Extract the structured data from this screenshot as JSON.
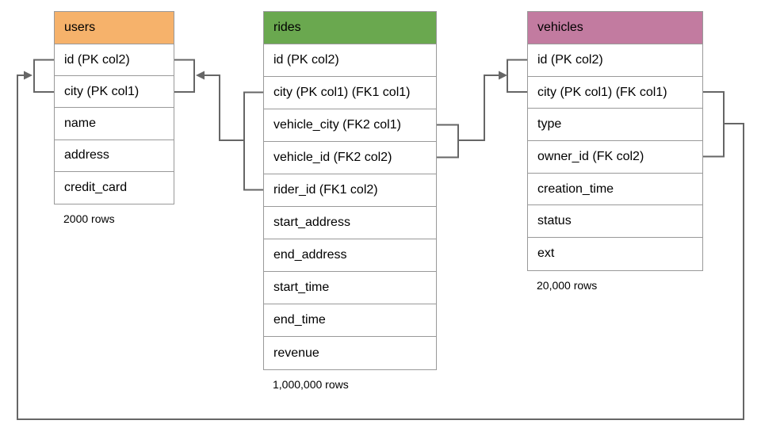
{
  "diagram": {
    "line_color": "#666666",
    "border_color": "#999999",
    "tables": [
      {
        "id": "users",
        "title": "users",
        "header_color": "#f6b26b",
        "columns": [
          "id (PK col2)",
          "city (PK col1)",
          "name",
          "address",
          "credit_card"
        ],
        "row_count_label": "2000 rows"
      },
      {
        "id": "rides",
        "title": "rides",
        "header_color": "#6aa84f",
        "columns": [
          "id (PK col2)",
          "city (PK col1) (FK1 col1)",
          "vehicle_city (FK2 col1)",
          "vehicle_id (FK2 col2)",
          "rider_id (FK1 col2)",
          "start_address",
          "end_address",
          "start_time",
          "end_time",
          "revenue"
        ],
        "row_count_label": "1,000,000 rows"
      },
      {
        "id": "vehicles",
        "title": "vehicles",
        "header_color": "#c27ba0",
        "columns": [
          "id (PK col2)",
          "city (PK col1) (FK col1)",
          "type",
          "owner_id (FK col2)",
          "creation_time",
          "status",
          "ext"
        ],
        "row_count_label": "20,000 rows"
      }
    ],
    "relationships": [
      {
        "name": "rides FK1 -> users (city, rider_id) -> (city, id)"
      },
      {
        "name": "rides FK2 -> vehicles (vehicle_city, vehicle_id) -> (city, id)"
      },
      {
        "name": "vehicles FK -> users (city, owner_id) -> (city, id)"
      }
    ]
  }
}
